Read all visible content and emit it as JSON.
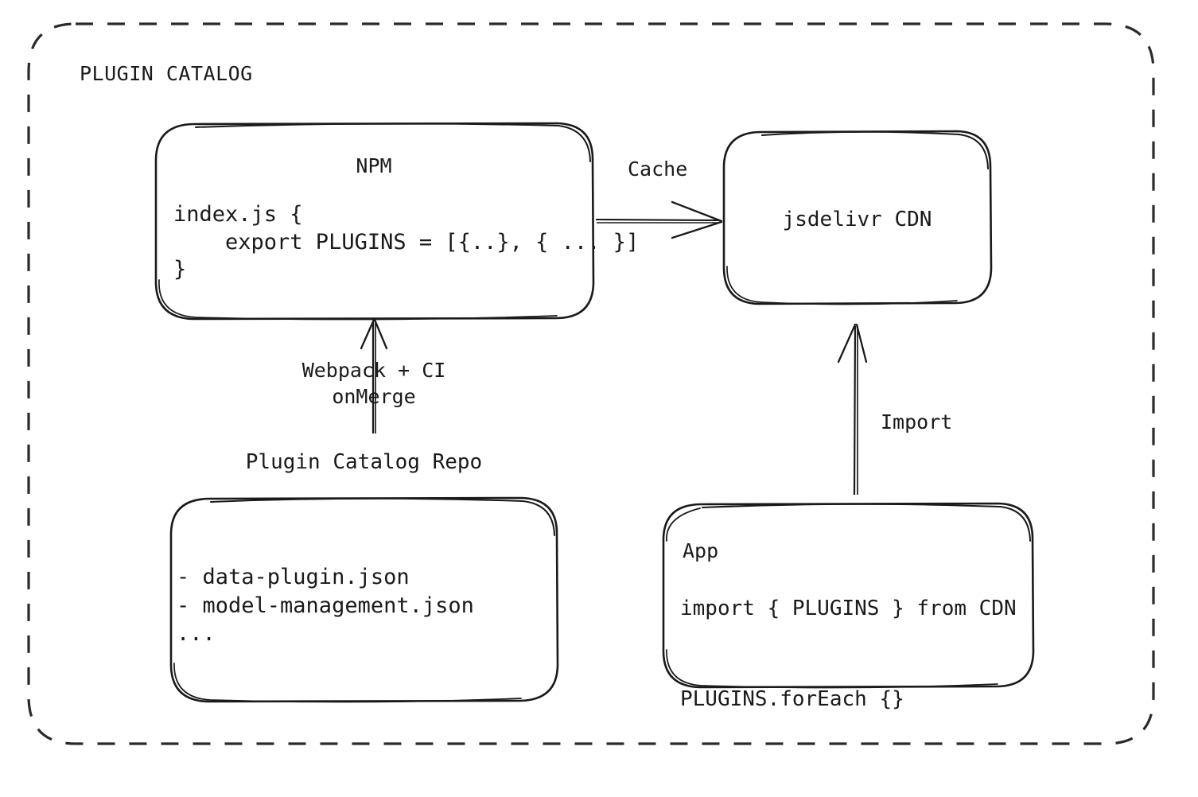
{
  "diagram": {
    "title": "PLUGIN CATALOG",
    "background": "#ffffff",
    "stroke_color": "#1a1a1a",
    "nodes": {
      "npm": {
        "title": "NPM",
        "code": "index.js {\n    export PLUGINS = [{..}, { ... }]\n}"
      },
      "cdn": {
        "title": "jsdelivr CDN"
      },
      "repo": {
        "caption": "Plugin Catalog Repo",
        "files": "- data-plugin.json\n- model-management.json\n..."
      },
      "app": {
        "title": "App",
        "code": "import { PLUGINS } from CDN\n\nPLUGINS.forEach {}"
      }
    },
    "edges": {
      "cache": "Cache",
      "import": "Import",
      "webpack": "Webpack + CI\nonMerge"
    }
  }
}
